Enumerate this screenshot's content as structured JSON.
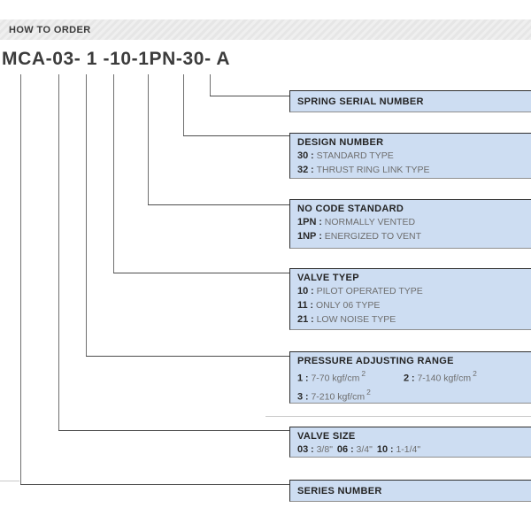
{
  "header": {
    "title": "HOW TO ORDER"
  },
  "model": {
    "display": "MCA-03- 1 -10-1PN-30- A",
    "segments": [
      "MCA",
      "03",
      "1",
      "10",
      "1PN",
      "30",
      "A"
    ]
  },
  "separator": " : ",
  "boxes": [
    {
      "title": "SPRING SERIAL NUMBER",
      "segment": "A",
      "rows": []
    },
    {
      "title": "DESIGN NUMBER",
      "segment": "30",
      "rows": [
        [
          {
            "code": "30",
            "desc": "STANDARD TYPE"
          }
        ],
        [
          {
            "code": "32",
            "desc": "THRUST RING LINK TYPE"
          }
        ]
      ]
    },
    {
      "title": "NO CODE STANDARD",
      "segment": "1PN",
      "rows": [
        [
          {
            "code": "1PN",
            "desc": "NORMALLY VENTED"
          }
        ],
        [
          {
            "code": "1NP",
            "desc": "ENERGIZED TO VENT"
          }
        ]
      ]
    },
    {
      "title": "VALVE TYEP",
      "segment": "10",
      "rows": [
        [
          {
            "code": "10",
            "desc": "PILOT OPERATED TYPE"
          }
        ],
        [
          {
            "code": "11",
            "desc": "ONLY 06 TYPE"
          }
        ],
        [
          {
            "code": "21",
            "desc": "LOW NOISE TYPE"
          }
        ]
      ]
    },
    {
      "title": "PRESSURE ADJUSTING RANGE",
      "segment": "1",
      "rows": [
        [
          {
            "code": "1",
            "desc": "7-70 kgf/cm",
            "sup": "2"
          },
          {
            "code": "2",
            "desc": "7-140 kgf/cm",
            "sup": "2"
          }
        ],
        [
          {
            "code": "3",
            "desc": "7-210 kgf/cm",
            "sup": "2"
          }
        ]
      ]
    },
    {
      "title": "VALVE SIZE",
      "segment": "03",
      "rows": [
        [
          {
            "code": "03",
            "desc": "3/8\""
          },
          {
            "code": "06",
            "desc": "3/4\""
          },
          {
            "code": "10",
            "desc": "1-1/4\""
          }
        ]
      ]
    },
    {
      "title": "SERIES NUMBER",
      "segment": "MCA",
      "rows": []
    }
  ],
  "colors": {
    "box_bg": "#cdddf2",
    "box_border": "#2f2f2f",
    "title_text": "#242424",
    "desc_text": "#6e6e6e",
    "connector_line": "#4d4d4d",
    "header_bg": "#ececec"
  }
}
